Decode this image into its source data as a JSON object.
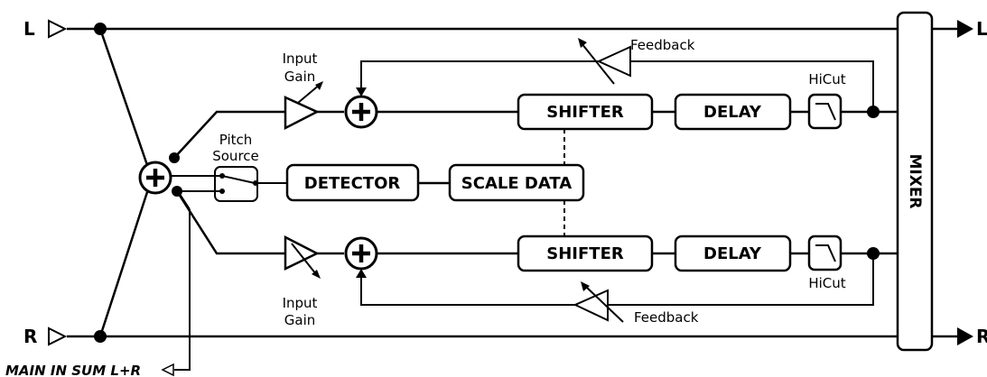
{
  "io": {
    "in_left": "L",
    "in_right": "R",
    "out_left": "L",
    "out_right": "R",
    "main_in": "MAIN IN SUM L+R"
  },
  "labels": {
    "input_gain_top_1": "Input",
    "input_gain_top_2": "Gain",
    "input_gain_bottom_1": "Input",
    "input_gain_bottom_2": "Gain",
    "pitch_source_1": "Pitch",
    "pitch_source_2": "Source",
    "feedback_top": "Feedback",
    "feedback_bottom": "Feedback",
    "hicut_top": "HiCut",
    "hicut_bottom": "HiCut"
  },
  "blocks": {
    "shifter_top": "SHIFTER",
    "delay_top": "DELAY",
    "shifter_bottom": "SHIFTER",
    "delay_bottom": "DELAY",
    "detector": "DETECTOR",
    "scale_data": "SCALE DATA",
    "mixer": "MIXER"
  }
}
